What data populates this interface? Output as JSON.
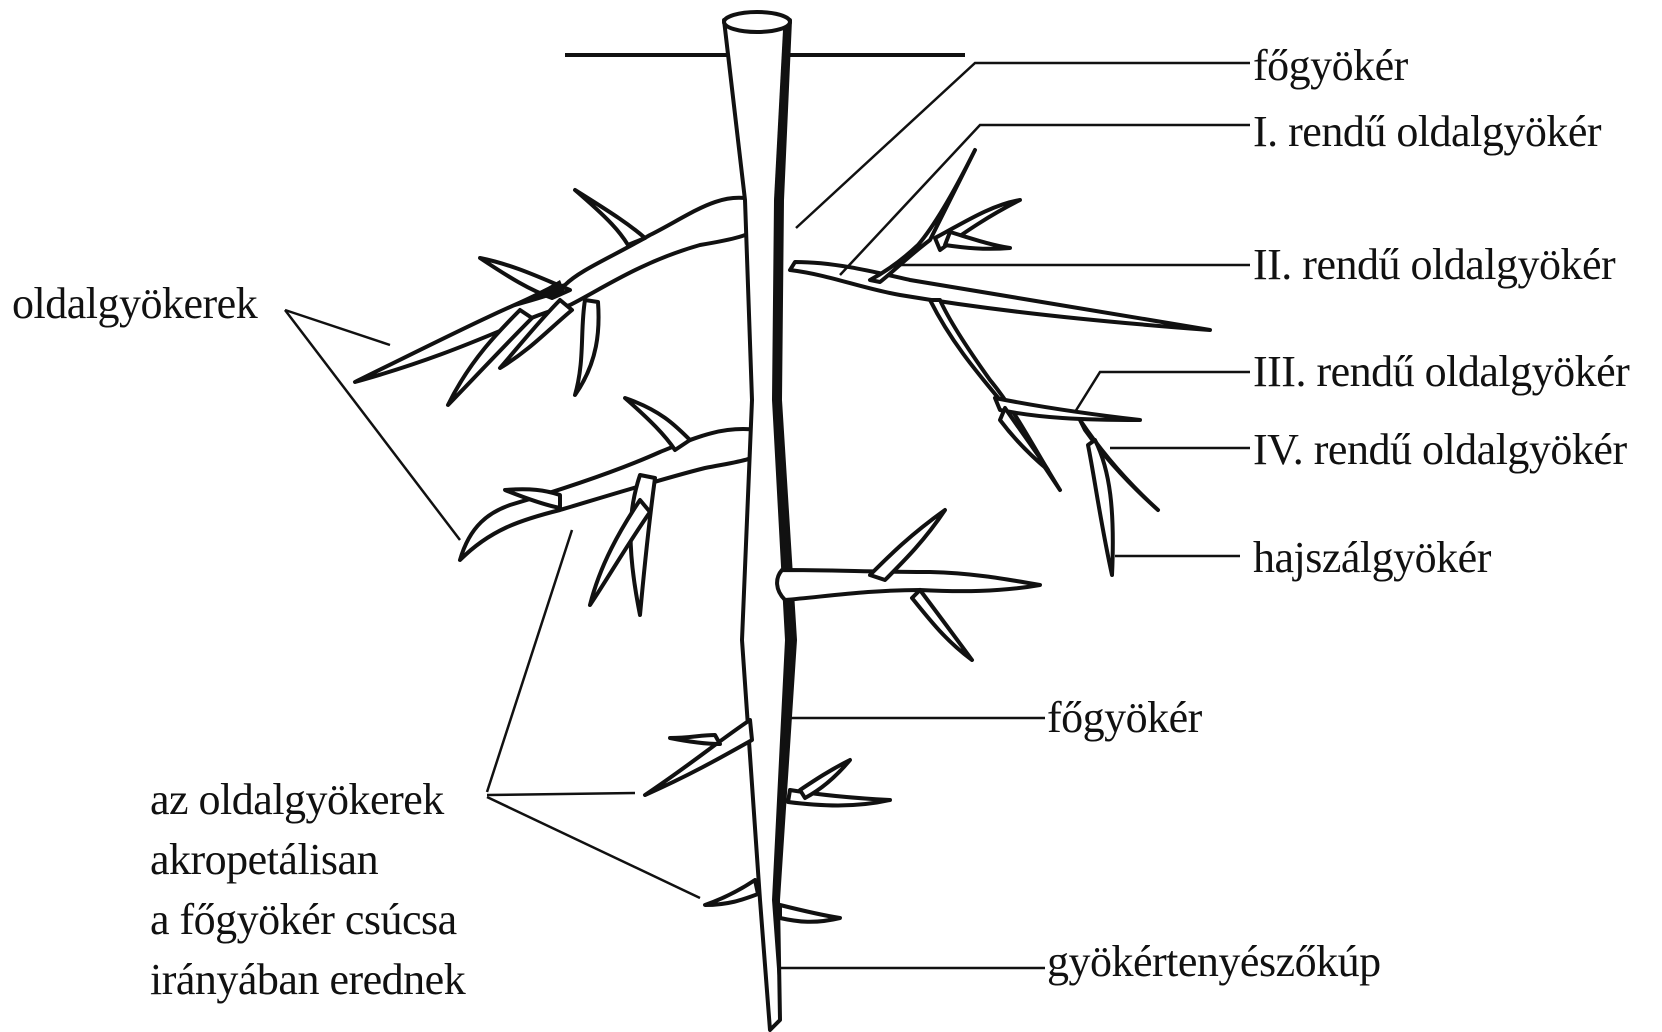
{
  "labels": {
    "fogyoker_top": "főgyökér",
    "elsorendu": "I. rendű oldalgyökér",
    "masodrendu": "II. rendű oldalgyökér",
    "harmadrendu": "III. rendű oldalgyökér",
    "negyedrendu": "IV. rendű oldalgyökér",
    "hajszalgyoker": "hajszálgyökér",
    "fogyoker_mid": "főgyökér",
    "gyokertenyeszokup": "gyökértenyészőkúp",
    "oldalgyokerek": "oldalgyökerek"
  },
  "note_lines": [
    "az oldalgyökerek",
    "akropetálisan",
    "a főgyökér csúcsa",
    "irányában erednek"
  ],
  "colors": {
    "ink": "#111111",
    "background": "#ffffff"
  }
}
